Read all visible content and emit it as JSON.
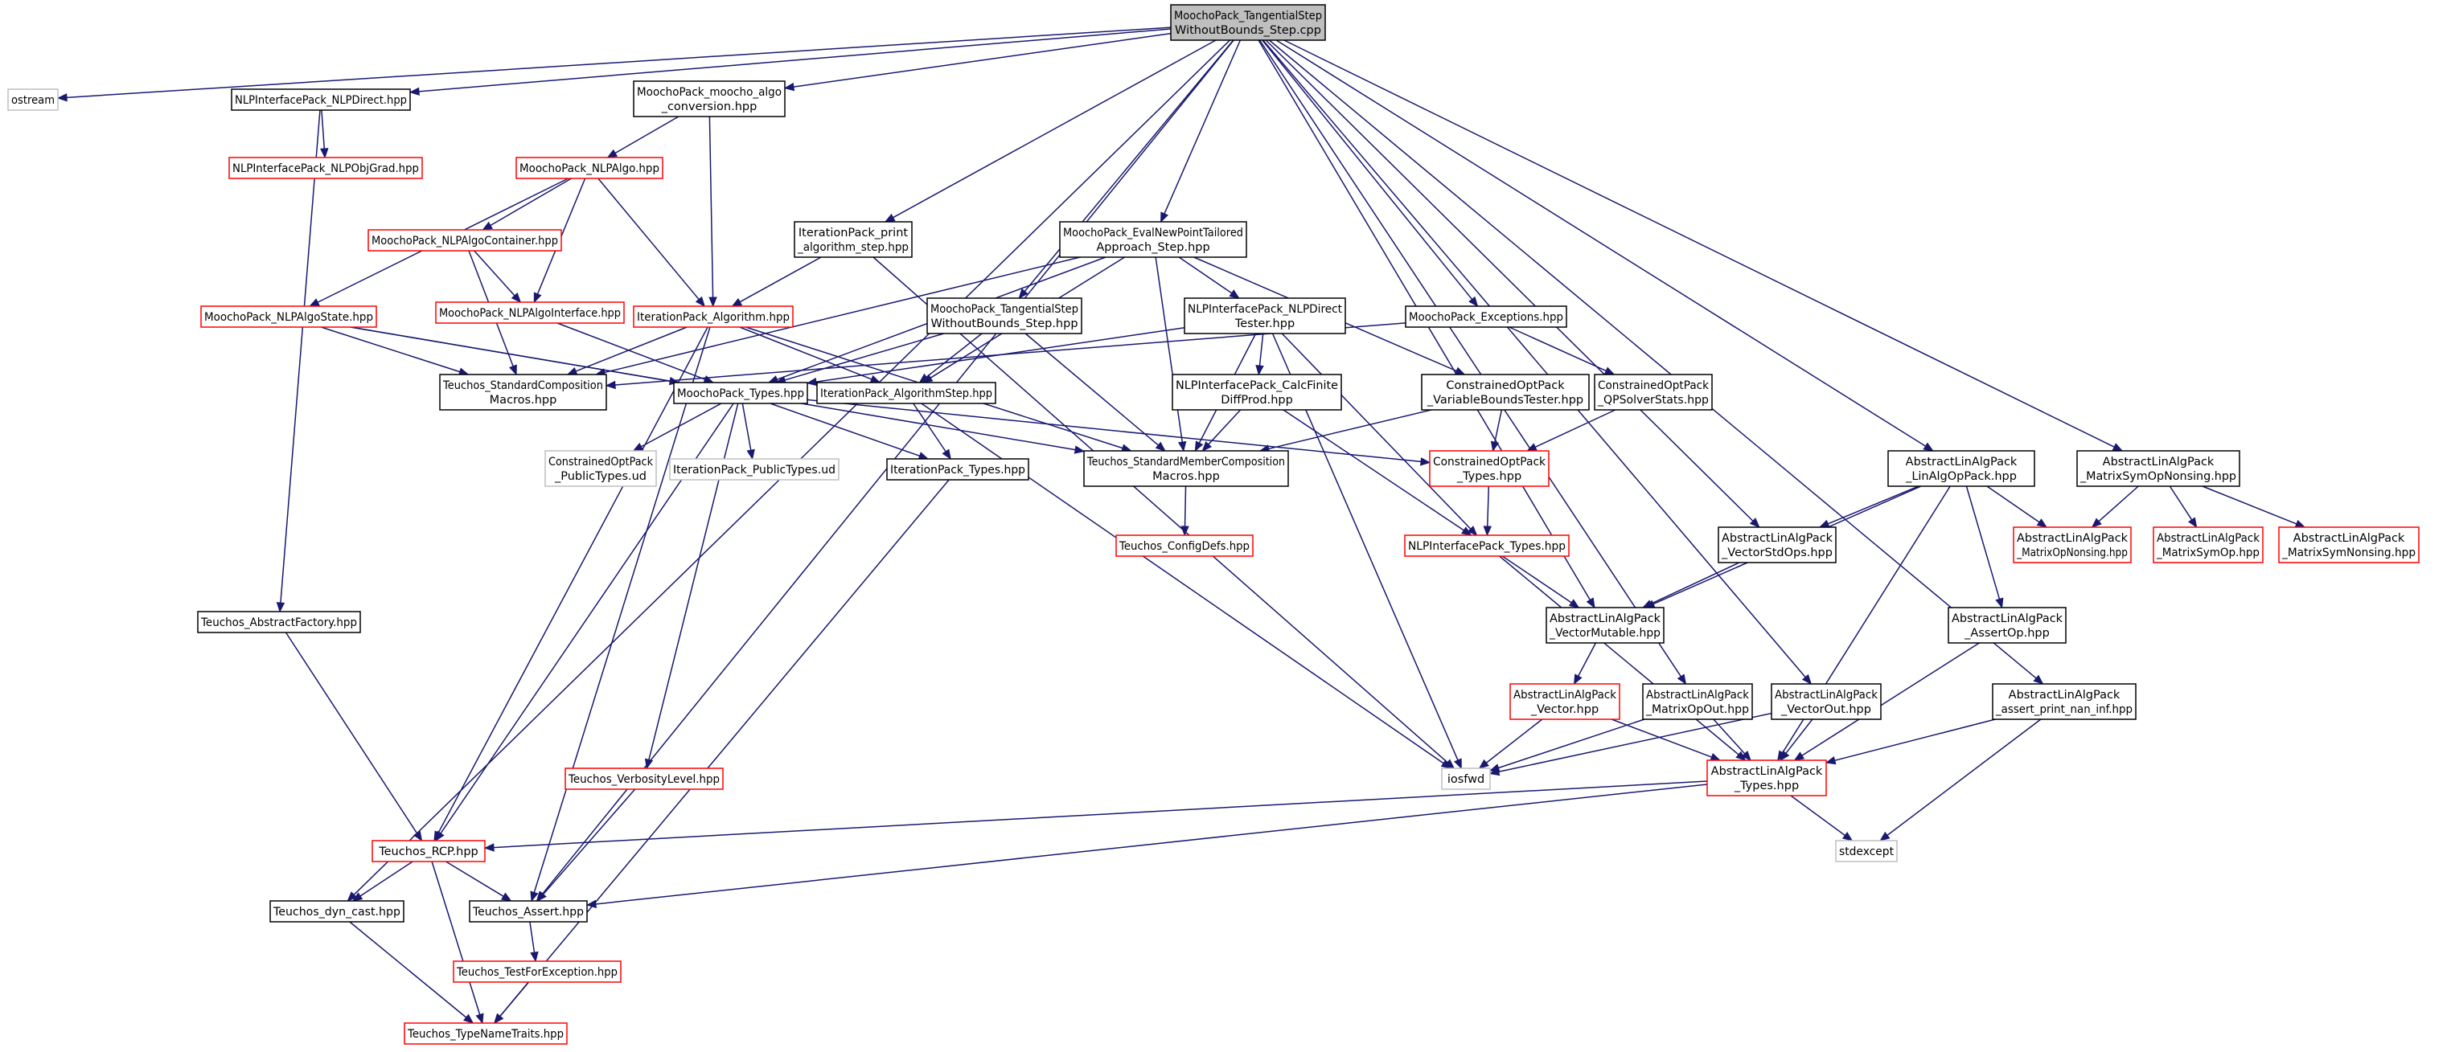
{
  "diagram": {
    "title": "MoochoPack_TangentialStep\nWithoutBounds_Step.cpp",
    "colors": {
      "root_fill": "#bfbfbf",
      "documented_border": "#000000",
      "undocumented_border": "#ff0000",
      "external_border": "#bfbfbf",
      "edge": "#191970"
    },
    "nodes": [
      {
        "id": "root",
        "label": "MoochoPack_TangentialStep\nWithoutBounds_Step.cpp",
        "kind": "root"
      },
      {
        "id": "ostream",
        "label": "ostream",
        "kind": "external"
      },
      {
        "id": "nlpdirect",
        "label": "NLPInterfacePack_NLPDirect.hpp",
        "kind": "doc"
      },
      {
        "id": "nlpobjgrad",
        "label": "NLPInterfacePack_NLPObjGrad.hpp",
        "kind": "red"
      },
      {
        "id": "algoconv",
        "label": "MoochoPack_moocho_algo\n_conversion.hpp",
        "kind": "doc"
      },
      {
        "id": "nlpalgo",
        "label": "MoochoPack_NLPAlgo.hpp",
        "kind": "red"
      },
      {
        "id": "nlpalgocont",
        "label": "MoochoPack_NLPAlgoContainer.hpp",
        "kind": "red"
      },
      {
        "id": "nlpalgoiface",
        "label": "MoochoPack_NLPAlgoInterface.hpp",
        "kind": "red"
      },
      {
        "id": "nlpalgostate",
        "label": "MoochoPack_NLPAlgoState.hpp",
        "kind": "red"
      },
      {
        "id": "itpalgo",
        "label": "IterationPack_Algorithm.hpp",
        "kind": "red"
      },
      {
        "id": "printalgo",
        "label": "IterationPack_print\n_algorithm_step.hpp",
        "kind": "doc"
      },
      {
        "id": "evalnew",
        "label": "MoochoPack_EvalNewPointTailored\nApproach_Step.hpp",
        "kind": "doc"
      },
      {
        "id": "tangstep",
        "label": "MoochoPack_TangentialStep\nWithoutBounds_Step.hpp",
        "kind": "doc"
      },
      {
        "id": "nlpdirtester",
        "label": "NLPInterfacePack_NLPDirect\nTester.hpp",
        "kind": "doc"
      },
      {
        "id": "exceptions",
        "label": "MoochoPack_Exceptions.hpp",
        "kind": "doc"
      },
      {
        "id": "stdcomp",
        "label": "Teuchos_StandardComposition\nMacros.hpp",
        "kind": "doc"
      },
      {
        "id": "moochotypes",
        "label": "MoochoPack_Types.hpp",
        "kind": "doc"
      },
      {
        "id": "algostep",
        "label": "IterationPack_AlgorithmStep.hpp",
        "kind": "doc"
      },
      {
        "id": "calcfinite",
        "label": "NLPInterfacePack_CalcFinite\nDiffProd.hpp",
        "kind": "doc"
      },
      {
        "id": "varbounds",
        "label": "ConstrainedOptPack\n_VariableBoundsTester.hpp",
        "kind": "doc"
      },
      {
        "id": "qpsolver",
        "label": "ConstrainedOptPack\n_QPSolverStats.hpp",
        "kind": "doc"
      },
      {
        "id": "coptpubtypes",
        "label": "ConstrainedOptPack\n_PublicTypes.ud",
        "kind": "external"
      },
      {
        "id": "itpubtypes",
        "label": "IterationPack_PublicTypes.ud",
        "kind": "external"
      },
      {
        "id": "ittypes",
        "label": "IterationPack_Types.hpp",
        "kind": "doc"
      },
      {
        "id": "stdmember",
        "label": "Teuchos_StandardMemberComposition\nMacros.hpp",
        "kind": "doc"
      },
      {
        "id": "copttypes",
        "label": "ConstrainedOptPack\n_Types.hpp",
        "kind": "red"
      },
      {
        "id": "configdefs",
        "label": "Teuchos_ConfigDefs.hpp",
        "kind": "red"
      },
      {
        "id": "nlptypes",
        "label": "NLPInterfacePack_Types.hpp",
        "kind": "red"
      },
      {
        "id": "linalgop",
        "label": "AbstractLinAlgPack\n_LinAlgOpPack.hpp",
        "kind": "doc"
      },
      {
        "id": "matsymopnons",
        "label": "AbstractLinAlgPack\n_MatrixSymOpNonsing.hpp",
        "kind": "doc"
      },
      {
        "id": "vecstdops",
        "label": "AbstractLinAlgPack\n_VectorStdOps.hpp",
        "kind": "doc"
      },
      {
        "id": "matopnons",
        "label": "AbstractLinAlgPack\n_MatrixOpNonsing.hpp",
        "kind": "red"
      },
      {
        "id": "matsymop",
        "label": "AbstractLinAlgPack\n_MatrixSymOp.hpp",
        "kind": "red"
      },
      {
        "id": "matsymnons",
        "label": "AbstractLinAlgPack\n_MatrixSymNonsing.hpp",
        "kind": "red"
      },
      {
        "id": "absfactory",
        "label": "Teuchos_AbstractFactory.hpp",
        "kind": "doc"
      },
      {
        "id": "vecmutable",
        "label": "AbstractLinAlgPack\n_VectorMutable.hpp",
        "kind": "doc"
      },
      {
        "id": "assertop",
        "label": "AbstractLinAlgPack\n_AssertOp.hpp",
        "kind": "doc"
      },
      {
        "id": "vector",
        "label": "AbstractLinAlgPack\n_Vector.hpp",
        "kind": "red"
      },
      {
        "id": "matopout",
        "label": "AbstractLinAlgPack\n_MatrixOpOut.hpp",
        "kind": "doc"
      },
      {
        "id": "vecout",
        "label": "AbstractLinAlgPack\n_VectorOut.hpp",
        "kind": "doc"
      },
      {
        "id": "assertprint",
        "label": "AbstractLinAlgPack\n_assert_print_nan_inf.hpp",
        "kind": "doc"
      },
      {
        "id": "verbosity",
        "label": "Teuchos_VerbosityLevel.hpp",
        "kind": "red"
      },
      {
        "id": "iosfwd",
        "label": "iosfwd",
        "kind": "external"
      },
      {
        "id": "alptypes",
        "label": "AbstractLinAlgPack\n_Types.hpp",
        "kind": "red"
      },
      {
        "id": "rcp",
        "label": "Teuchos_RCP.hpp",
        "kind": "red"
      },
      {
        "id": "stdexcept",
        "label": "stdexcept",
        "kind": "external"
      },
      {
        "id": "dyncast",
        "label": "Teuchos_dyn_cast.hpp",
        "kind": "doc"
      },
      {
        "id": "tassert",
        "label": "Teuchos_Assert.hpp",
        "kind": "doc"
      },
      {
        "id": "testforexc",
        "label": "Teuchos_TestForException.hpp",
        "kind": "red"
      },
      {
        "id": "typenametraits",
        "label": "Teuchos_TypeNameTraits.hpp",
        "kind": "red"
      }
    ],
    "edges": [
      [
        "root",
        "ostream"
      ],
      [
        "root",
        "nlpdirect"
      ],
      [
        "root",
        "algoconv"
      ],
      [
        "root",
        "printalgo"
      ],
      [
        "root",
        "evalnew"
      ],
      [
        "root",
        "tangstep"
      ],
      [
        "root",
        "exceptions"
      ],
      [
        "root",
        "linalgop"
      ],
      [
        "root",
        "matsymopnons"
      ],
      [
        "root",
        "vecstdops"
      ],
      [
        "root",
        "vecmutable"
      ],
      [
        "root",
        "matopout"
      ],
      [
        "root",
        "vecout"
      ],
      [
        "root",
        "assertprint"
      ],
      [
        "root",
        "dyncast"
      ],
      [
        "root",
        "tassert"
      ],
      [
        "nlpdirect",
        "nlpobjgrad"
      ],
      [
        "nlpdirect",
        "absfactory"
      ],
      [
        "algoconv",
        "nlpalgo"
      ],
      [
        "algoconv",
        "itpalgo"
      ],
      [
        "nlpalgo",
        "nlpalgocont"
      ],
      [
        "nlpalgo",
        "nlpalgoiface"
      ],
      [
        "nlpalgo",
        "nlpalgostate"
      ],
      [
        "nlpalgo",
        "itpalgo"
      ],
      [
        "nlpalgocont",
        "nlpalgoiface"
      ],
      [
        "nlpalgocont",
        "stdcomp"
      ],
      [
        "nlpalgoiface",
        "moochotypes"
      ],
      [
        "nlpalgostate",
        "stdcomp"
      ],
      [
        "nlpalgostate",
        "moochotypes"
      ],
      [
        "nlpalgostate",
        "stdmember"
      ],
      [
        "itpalgo",
        "stdcomp"
      ],
      [
        "itpalgo",
        "algostep"
      ],
      [
        "itpalgo",
        "stdmember"
      ],
      [
        "itpalgo",
        "rcp"
      ],
      [
        "itpalgo",
        "tassert"
      ],
      [
        "printalgo",
        "itpalgo"
      ],
      [
        "printalgo",
        "iosfwd"
      ],
      [
        "evalnew",
        "moochotypes"
      ],
      [
        "evalnew",
        "algostep"
      ],
      [
        "evalnew",
        "stdmember"
      ],
      [
        "evalnew",
        "nlpdirtester"
      ],
      [
        "evalnew",
        "varbounds"
      ],
      [
        "evalnew",
        "stdcomp"
      ],
      [
        "tangstep",
        "moochotypes"
      ],
      [
        "tangstep",
        "algostep"
      ],
      [
        "tangstep",
        "stdmember"
      ],
      [
        "nlpdirtester",
        "calcfinite"
      ],
      [
        "nlpdirtester",
        "stdmember"
      ],
      [
        "nlpdirtester",
        "nlptypes"
      ],
      [
        "nlpdirtester",
        "iosfwd"
      ],
      [
        "nlpdirtester",
        "moochotypes"
      ],
      [
        "exceptions",
        "qpsolver"
      ],
      [
        "exceptions",
        "stdcomp"
      ],
      [
        "moochotypes",
        "coptpubtypes"
      ],
      [
        "moochotypes",
        "itpubtypes"
      ],
      [
        "moochotypes",
        "ittypes"
      ],
      [
        "moochotypes",
        "copttypes"
      ],
      [
        "moochotypes",
        "rcp"
      ],
      [
        "moochotypes",
        "verbosity"
      ],
      [
        "algostep",
        "ittypes"
      ],
      [
        "algostep",
        "iosfwd"
      ],
      [
        "calcfinite",
        "stdmember"
      ],
      [
        "calcfinite",
        "nlptypes"
      ],
      [
        "varbounds",
        "copttypes"
      ],
      [
        "varbounds",
        "stdmember"
      ],
      [
        "qpsolver",
        "copttypes"
      ],
      [
        "ittypes",
        "typenametraits"
      ],
      [
        "stdmember",
        "configdefs"
      ],
      [
        "copttypes",
        "nlptypes"
      ],
      [
        "nlptypes",
        "vecmutable"
      ],
      [
        "nlptypes",
        "alptypes"
      ],
      [
        "linalgop",
        "vecstdops"
      ],
      [
        "linalgop",
        "matopnons"
      ],
      [
        "linalgop",
        "vecmutable"
      ],
      [
        "linalgop",
        "assertop"
      ],
      [
        "linalgop",
        "alptypes"
      ],
      [
        "matsymopnons",
        "matopnons"
      ],
      [
        "matsymopnons",
        "matsymop"
      ],
      [
        "matsymopnons",
        "matsymnons"
      ],
      [
        "vecstdops",
        "vecmutable"
      ],
      [
        "vecmutable",
        "vector"
      ],
      [
        "vector",
        "iosfwd"
      ],
      [
        "vector",
        "alptypes"
      ],
      [
        "matopout",
        "alptypes"
      ],
      [
        "matopout",
        "iosfwd"
      ],
      [
        "vecout",
        "alptypes"
      ],
      [
        "vecout",
        "iosfwd"
      ],
      [
        "assertop",
        "alptypes"
      ],
      [
        "assertprint",
        "alptypes"
      ],
      [
        "assertprint",
        "stdexcept"
      ],
      [
        "absfactory",
        "rcp"
      ],
      [
        "verbosity",
        "tassert"
      ],
      [
        "alptypes",
        "rcp"
      ],
      [
        "alptypes",
        "tassert"
      ],
      [
        "alptypes",
        "stdexcept"
      ],
      [
        "rcp",
        "dyncast"
      ],
      [
        "rcp",
        "tassert"
      ],
      [
        "rcp",
        "typenametraits"
      ],
      [
        "dyncast",
        "typenametraits"
      ],
      [
        "tassert",
        "testforexc"
      ],
      [
        "testforexc",
        "typenametraits"
      ]
    ]
  }
}
